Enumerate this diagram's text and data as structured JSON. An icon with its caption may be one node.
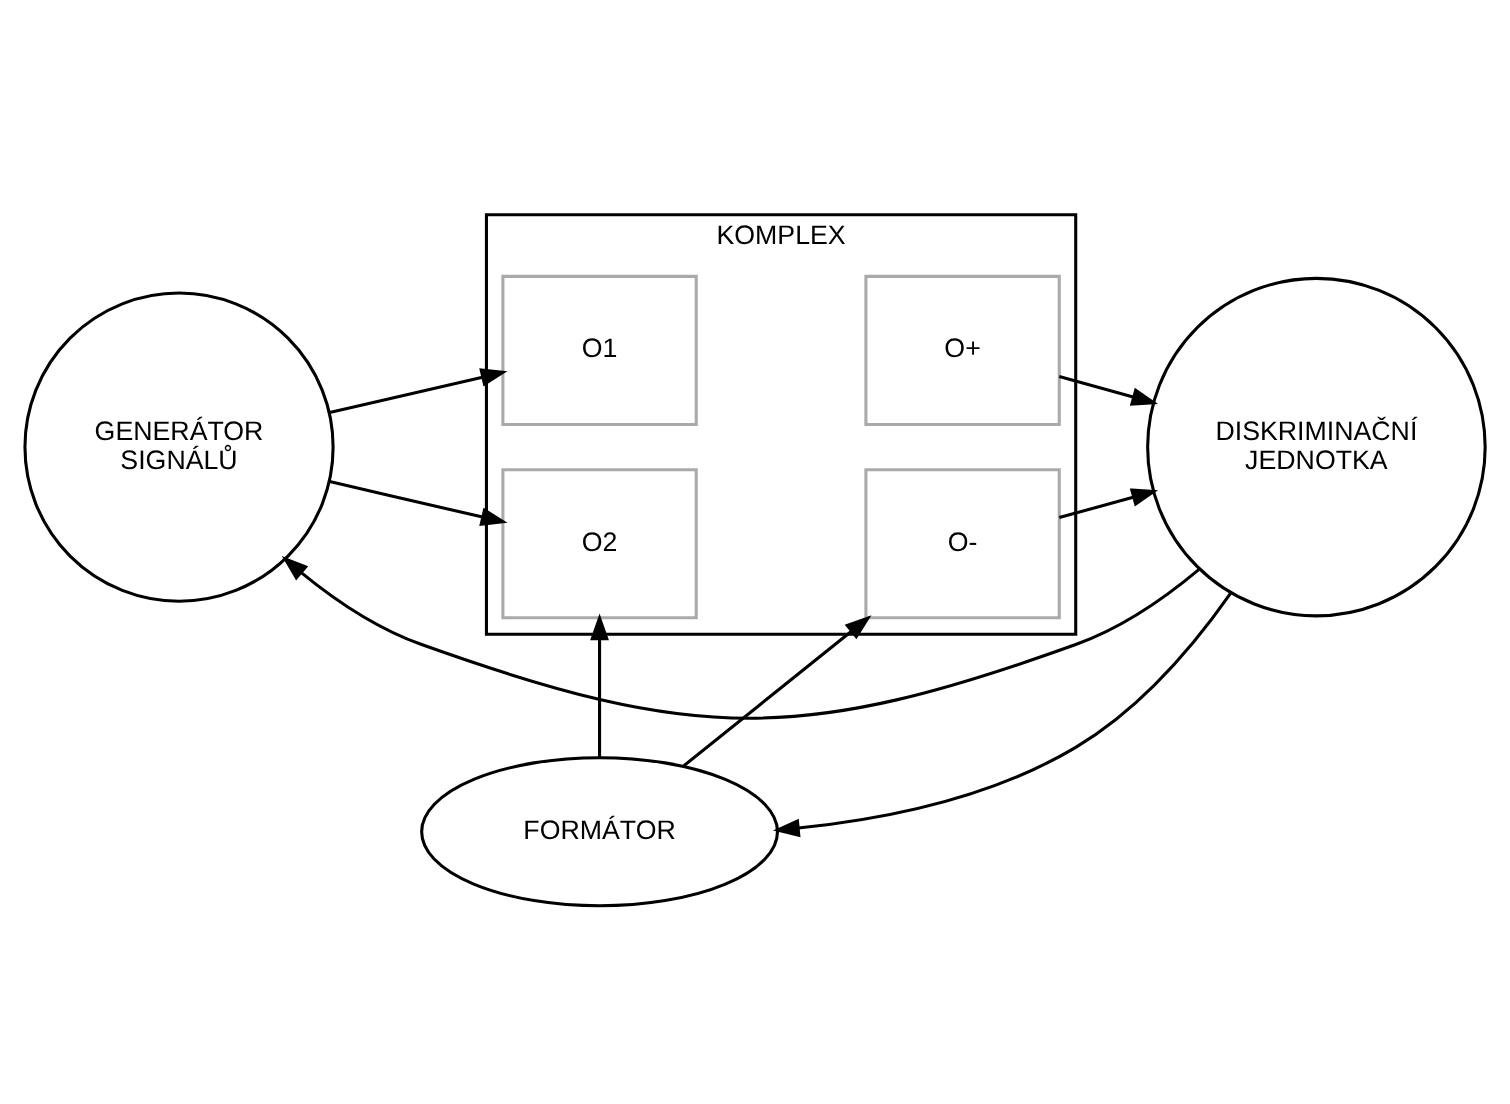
{
  "diagram": {
    "nodes": [
      {
        "text": [
          "KOMPLEX"
        ]
      },
      {
        "text": [
          "O1"
        ],
        "in": 0
      },
      {
        "text": [
          "O+"
        ],
        "in": 0
      },
      {
        "text": [
          "O2"
        ],
        "in": 0
      },
      {
        "text": [
          "O-"
        ],
        "in": 0
      },
      {
        "text": [
          "GENERÁTOR SIGNÁLŮ"
        ]
      },
      {
        "text": [
          "DISKRIMINAČNÍ JEDNOTKA"
        ]
      },
      {
        "text": [
          "FORMÁTOR"
        ]
      }
    ],
    "edges": [
      {
        "from": 5,
        "to": 1,
        "arrow": "to"
      },
      {
        "from": 5,
        "to": 3,
        "arrow": "to"
      },
      {
        "from": 2,
        "to": 6,
        "arrow": "to"
      },
      {
        "from": 4,
        "to": 6,
        "arrow": "to"
      },
      {
        "from": 7,
        "to": 3,
        "arrow": "to"
      },
      {
        "from": 7,
        "to": 4,
        "arrow": "to"
      },
      {
        "from": 6,
        "to": 7,
        "arrow": "to"
      },
      {
        "from": 6,
        "to": 5,
        "arrow": "to"
      }
    ]
  }
}
